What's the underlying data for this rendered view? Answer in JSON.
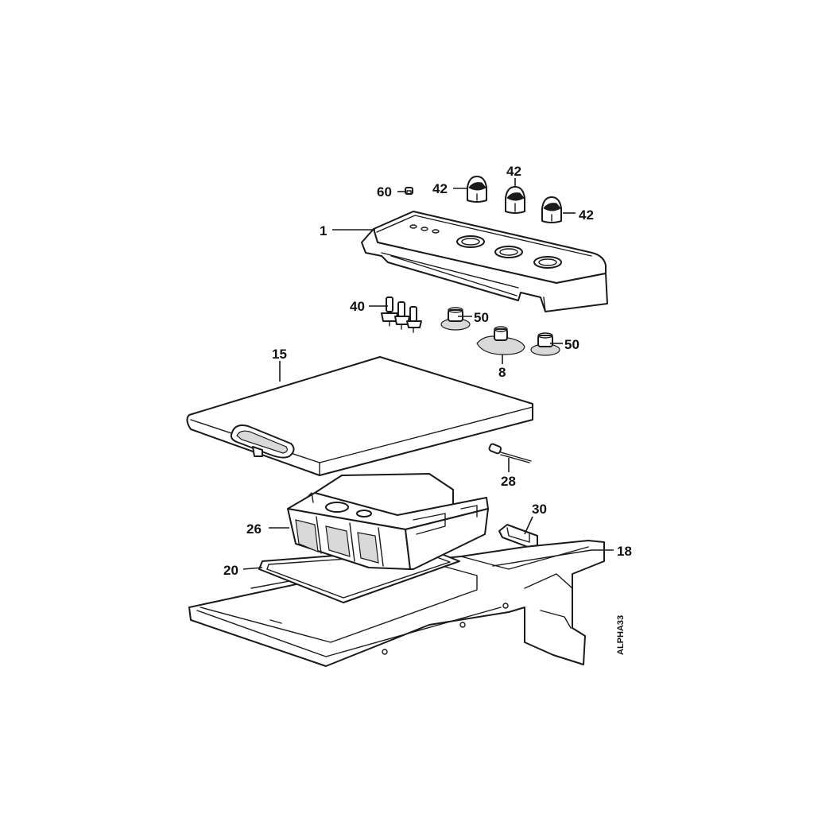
{
  "diagram": {
    "reference_code": "ALPHA33",
    "callouts": [
      {
        "id": "c60",
        "label": "60"
      },
      {
        "id": "c42a",
        "label": "42"
      },
      {
        "id": "c42b",
        "label": "42"
      },
      {
        "id": "c42c",
        "label": "42"
      },
      {
        "id": "c1",
        "label": "1"
      },
      {
        "id": "c40",
        "label": "40"
      },
      {
        "id": "c50a",
        "label": "50"
      },
      {
        "id": "c50b",
        "label": "50"
      },
      {
        "id": "c8",
        "label": "8"
      },
      {
        "id": "c15",
        "label": "15"
      },
      {
        "id": "c28",
        "label": "28"
      },
      {
        "id": "c30",
        "label": "30"
      },
      {
        "id": "c26",
        "label": "26"
      },
      {
        "id": "c18",
        "label": "18"
      },
      {
        "id": "c20",
        "label": "20"
      }
    ]
  }
}
